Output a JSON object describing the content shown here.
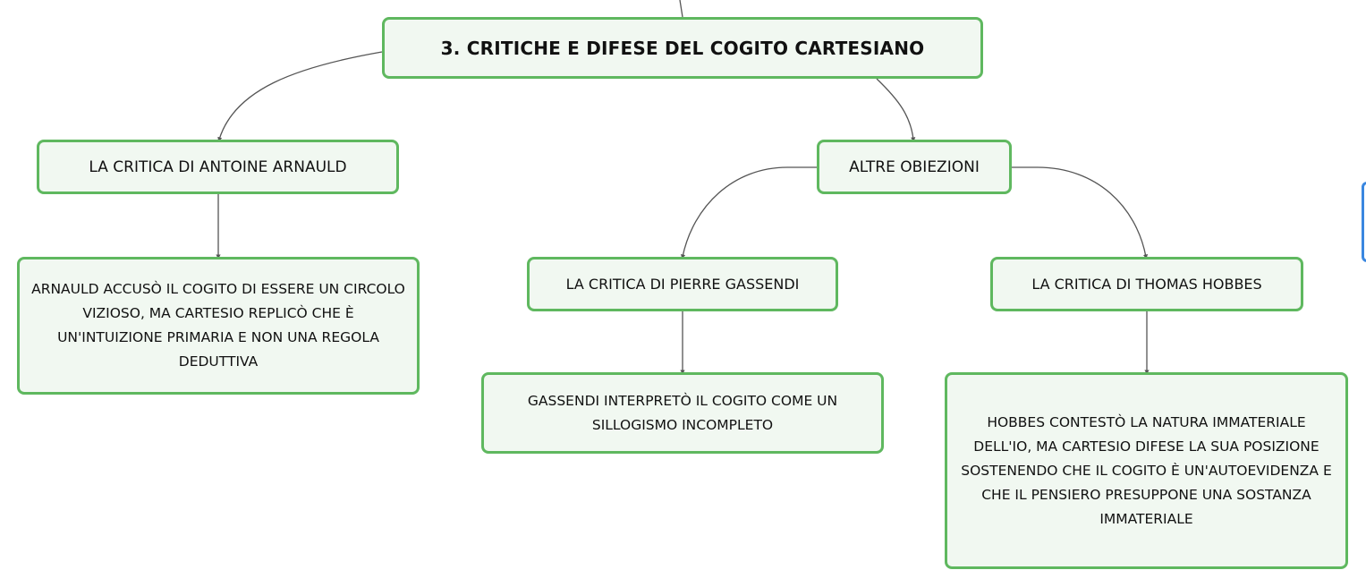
{
  "colors": {
    "node_border": "#5fb85f",
    "node_fill": "#f1f8f1",
    "connector": "#555555",
    "edge_tab": "#3a87e0"
  },
  "mindmap": {
    "root": {
      "label": "3. CRITICHE E DIFESE DEL COGITO CARTESIANO"
    },
    "arnauld": {
      "label": "LA CRITICA DI ANTOINE ARNAULD",
      "detail": "ARNAULD ACCUSÒ IL COGITO DI ESSERE UN CIRCOLO VIZIOSO, MA CARTESIO REPLICÒ CHE È UN'INTUIZIONE PRIMARIA E NON UNA REGOLA DEDUTTIVA"
    },
    "altre": {
      "label": "ALTRE OBIEZIONI"
    },
    "gassendi": {
      "label": "LA CRITICA DI PIERRE GASSENDI",
      "detail": "GASSENDI INTERPRETÒ IL COGITO COME UN SILLOGISMO INCOMPLETO"
    },
    "hobbes": {
      "label": "LA CRITICA DI THOMAS HOBBES",
      "detail": "HOBBES CONTESTÒ LA NATURA IMMATERIALE DELL'IO, MA CARTESIO DIFESE LA SUA POSIZIONE SOSTENENDO CHE IL COGITO È UN'AUTOEVIDENZA E CHE IL PENSIERO PRESUPPONE UNA SOSTANZA IMMATERIALE"
    }
  }
}
